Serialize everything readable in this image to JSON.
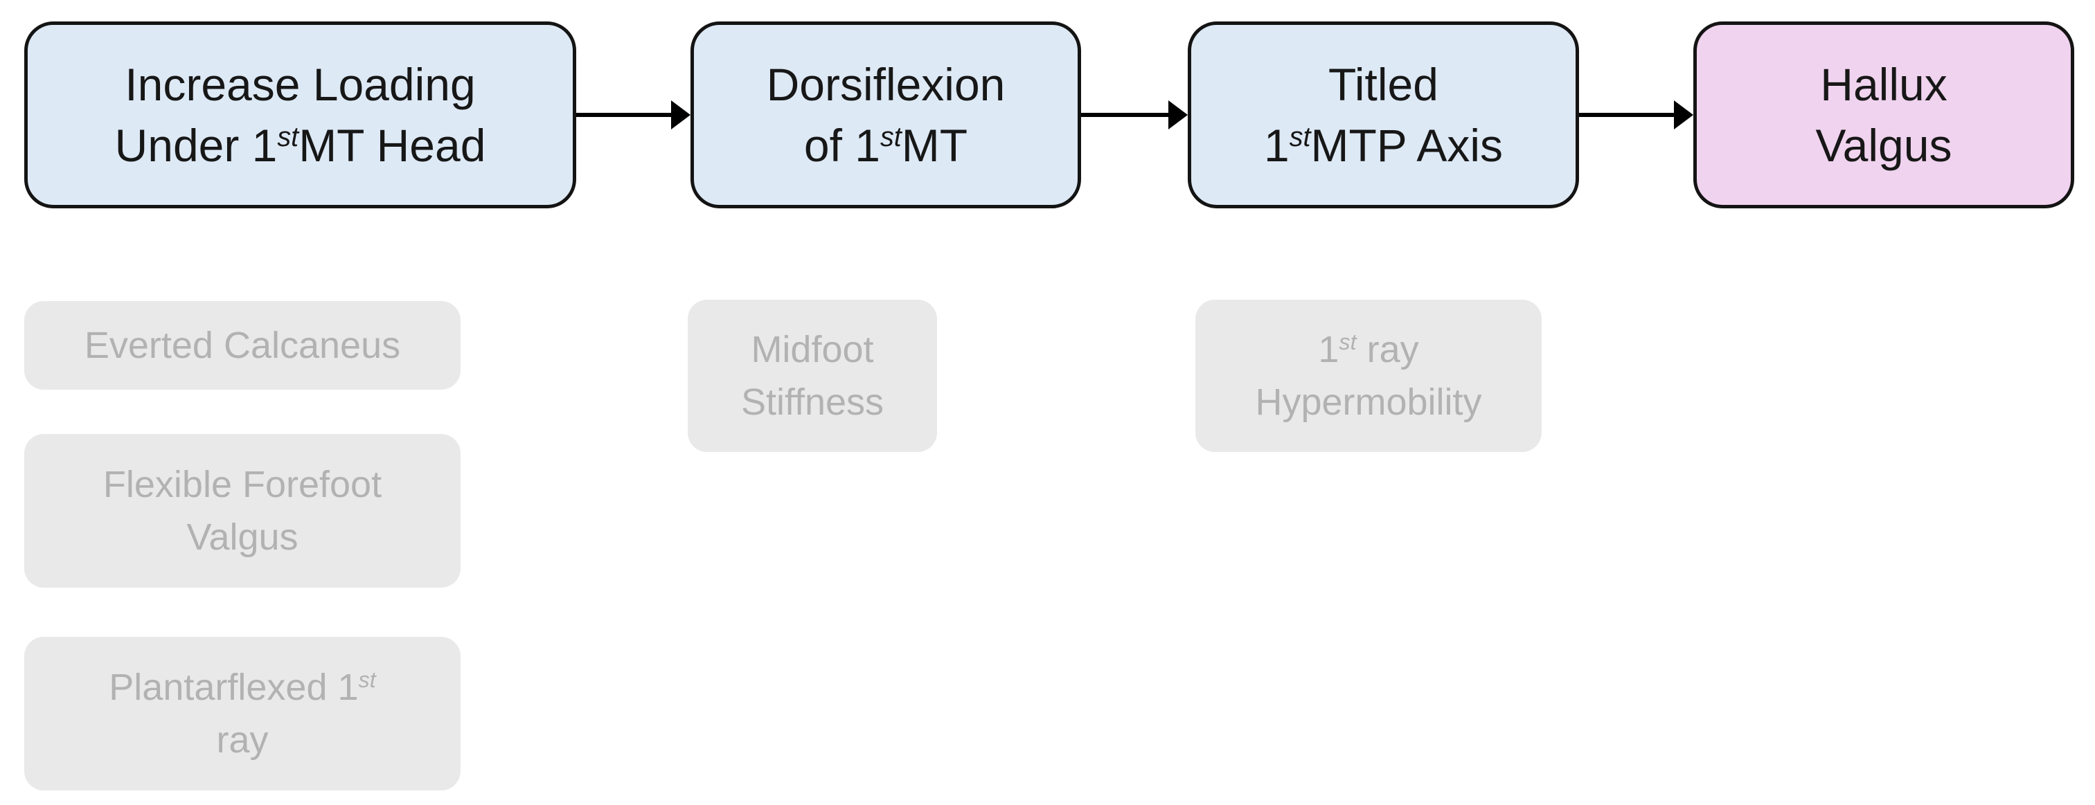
{
  "colors": {
    "canvas_bg": "#ffffff",
    "flow_fill_blue": "#dde9f5",
    "flow_fill_pink": "#f0d3ee",
    "flow_border": "#141414",
    "flow_text": "#171717",
    "arrow_color": "#000000",
    "note_bg": "#e9e9e9",
    "note_text": "#b2b2b2"
  },
  "flow": {
    "nodes": [
      {
        "id": "increase-loading",
        "fill": "#dde9f5",
        "lines": [
          [
            {
              "t": "Increase Loading"
            }
          ],
          [
            {
              "t": "Under 1"
            },
            {
              "t": "st",
              "sup": true
            },
            {
              "t": "MT Head"
            }
          ]
        ]
      },
      {
        "id": "dorsiflexion",
        "fill": "#dde9f5",
        "lines": [
          [
            {
              "t": "Dorsiflexion"
            }
          ],
          [
            {
              "t": "of 1"
            },
            {
              "t": "st",
              "sup": true
            },
            {
              "t": "MT"
            }
          ]
        ]
      },
      {
        "id": "titled-axis",
        "fill": "#dde9f5",
        "lines": [
          [
            {
              "t": "Titled"
            }
          ],
          [
            {
              "t": "1"
            },
            {
              "t": "st",
              "sup": true
            },
            {
              "t": "MTP Axis"
            }
          ]
        ]
      },
      {
        "id": "hallux-valgus",
        "fill": "#f0d3ee",
        "lines": [
          [
            {
              "t": "Hallux"
            }
          ],
          [
            {
              "t": "Valgus"
            }
          ]
        ]
      }
    ],
    "arrows": [
      {
        "from": "increase-loading",
        "to": "dorsiflexion"
      },
      {
        "from": "dorsiflexion",
        "to": "titled-axis"
      },
      {
        "from": "titled-axis",
        "to": "hallux-valgus"
      }
    ]
  },
  "notes": [
    {
      "id": "everted-calcaneus",
      "under": "increase-loading",
      "lines": [
        [
          {
            "t": "Everted Calcaneus"
          }
        ]
      ]
    },
    {
      "id": "flexible-forefoot-valgus",
      "under": "increase-loading",
      "lines": [
        [
          {
            "t": "Flexible Forefoot"
          }
        ],
        [
          {
            "t": "Valgus"
          }
        ]
      ]
    },
    {
      "id": "plantarflexed-1st-ray",
      "under": "increase-loading",
      "lines": [
        [
          {
            "t": "Plantarflexed 1"
          },
          {
            "t": "st",
            "sup": true
          }
        ],
        [
          {
            "t": "ray"
          }
        ]
      ]
    },
    {
      "id": "midfoot-stiffness",
      "under": "dorsiflexion",
      "lines": [
        [
          {
            "t": "Midfoot"
          }
        ],
        [
          {
            "t": "Stiffness"
          }
        ]
      ]
    },
    {
      "id": "1st-ray-hypermobility",
      "under": "titled-axis",
      "lines": [
        [
          {
            "t": "1"
          },
          {
            "t": "st",
            "sup": true
          },
          {
            "t": " ray"
          }
        ],
        [
          {
            "t": "Hypermobility"
          }
        ]
      ]
    }
  ]
}
